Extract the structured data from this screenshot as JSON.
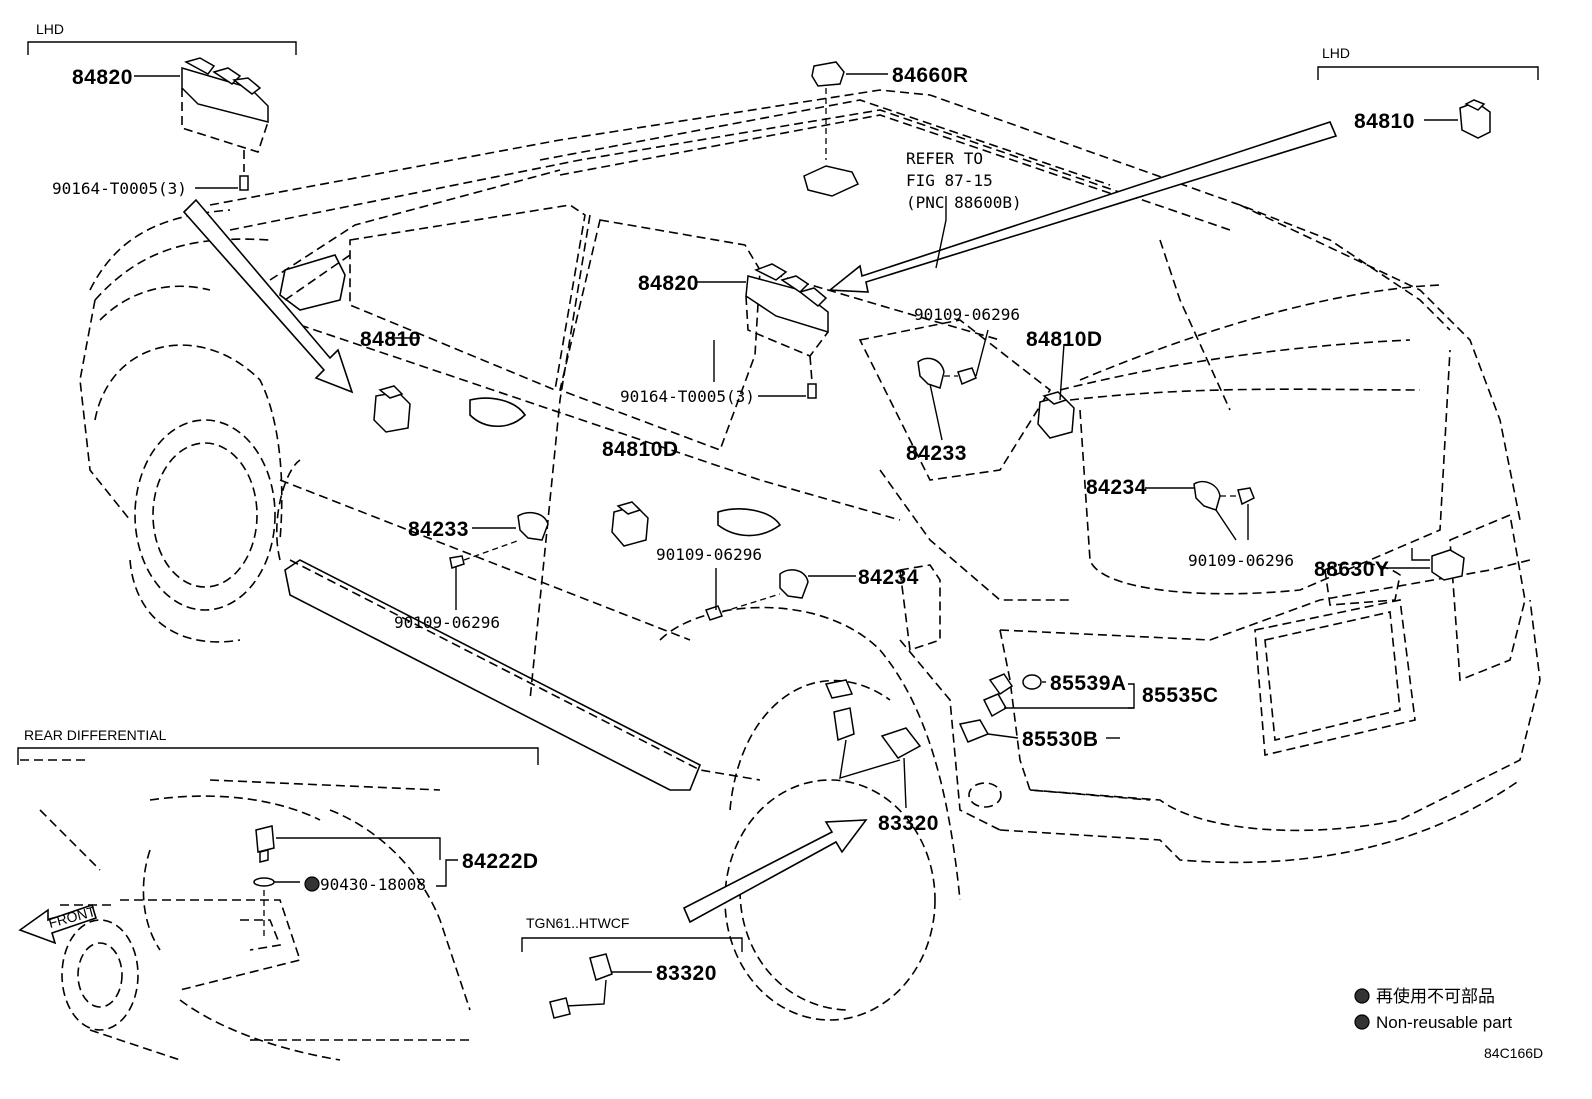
{
  "diagram": {
    "code": "84C166D",
    "sections": {
      "lhd_left": "LHD",
      "lhd_right": "LHD",
      "rear_differential": "REAR DIFFERENTIAL",
      "tgn61": "TGN61..HTWCF"
    },
    "refer": {
      "line1": "REFER TO",
      "line2": "FIG 87-15",
      "line3": "(PNC 88600B)"
    },
    "labels": {
      "p84820_top": "84820",
      "p90164_top": "90164-T0005(3)",
      "p84660R": "84660R",
      "p84810_right": "84810",
      "p84820_mid": "84820",
      "p84810_left": "84810",
      "p90109_a": "90109-06296",
      "p84810D_right": "84810D",
      "p90164_mid": "90164-T0005(3)",
      "p84233_right": "84233",
      "p84810D_mid": "84810D",
      "p84234_right": "84234",
      "p84233_left": "84233",
      "p90109_mid": "90109-06296",
      "p84234_mid": "84234",
      "p90109_right": "90109-06296",
      "p88630Y": "88630Y",
      "p90109_left": "90109-06296",
      "p85539A": "85539A",
      "p85535C": "85535C",
      "p85530B": "85530B",
      "p83320_main": "83320",
      "p84222D": "84222D",
      "p90430": "90430-18008",
      "p83320_tgn": "83320",
      "front": "FRONT"
    },
    "legend": {
      "jp": "再使用不可部品",
      "en": "Non-reusable part"
    }
  }
}
